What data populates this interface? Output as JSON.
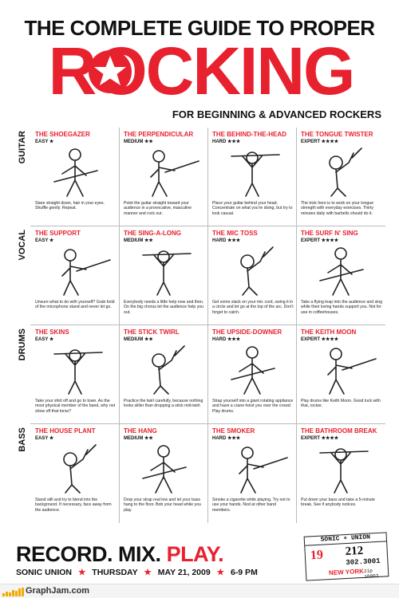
{
  "header": {
    "top_title": "THE COMPLETE GUIDE TO PROPER",
    "big_word": "ROCKING",
    "subtitle": "FOR BEGINNING & ADVANCED ROCKERS"
  },
  "colors": {
    "accent": "#e8212e",
    "ink": "#111111"
  },
  "rows": [
    {
      "label": "GUITAR",
      "cells": [
        {
          "name": "THE SHOEGAZER",
          "level": "EASY ★",
          "desc": "Stare straight down, hair in your eyes. Shuffle gently. Repeat."
        },
        {
          "name": "THE PERPENDICULAR",
          "level": "MEDIUM ★★",
          "desc": "Point the guitar straight toward your audience in a provocative, masculine manner and rock out."
        },
        {
          "name": "THE BEHIND-THE-HEAD",
          "level": "HARD ★★★",
          "desc": "Place your guitar behind your head. Concentrate on what you're doing, but try to look casual."
        },
        {
          "name": "THE TONGUE TWISTER",
          "level": "EXPERT ★★★★",
          "desc": "The trick here is to work on your tongue strength with everyday exercises. Thirty minutes daily with barbells should do it."
        }
      ]
    },
    {
      "label": "VOCAL",
      "cells": [
        {
          "name": "THE SUPPORT",
          "level": "EASY ★",
          "desc": "Unsure what to do with yourself? Grab hold of the microphone stand and never let go."
        },
        {
          "name": "THE SING-A-LONG",
          "level": "MEDIUM ★★",
          "desc": "Everybody needs a little help now and then. On the big chorus let the audience help you out."
        },
        {
          "name": "THE MIC TOSS",
          "level": "HARD ★★★",
          "desc": "Get some slack on your mic cord, swing it in a circle and let go at the top of the arc. Don't forget to catch."
        },
        {
          "name": "THE SURF N' SING",
          "level": "EXPERT ★★★★",
          "desc": "Take a flying leap into the audience and sing while their loving hands support you. Not for use in coffeehouses."
        }
      ]
    },
    {
      "label": "DRUMS",
      "cells": [
        {
          "name": "THE SKINS",
          "level": "EASY ★",
          "desc": "Take your shirt off and go to town. As the most physical member of the band, why not show off that torso?"
        },
        {
          "name": "THE STICK TWIRL",
          "level": "MEDIUM ★★",
          "desc": "Practice the twirl carefully, because nothing looks sillier than dropping a stick mid-twirl."
        },
        {
          "name": "THE UPSIDE-DOWNER",
          "level": "HARD ★★★",
          "desc": "Strap yourself into a giant rotating appliance and have a crane hoist you over the crowd. Play drums."
        },
        {
          "name": "THE KEITH MOON",
          "level": "EXPERT ★★★★",
          "desc": "Play drums like Keith Moon. Good luck with that, rocker."
        }
      ]
    },
    {
      "label": "BASS",
      "cells": [
        {
          "name": "THE HOUSE PLANT",
          "level": "EASY ★",
          "desc": "Stand still and try to blend into the background. If necessary, face away from the audience."
        },
        {
          "name": "THE HANG",
          "level": "MEDIUM ★★",
          "desc": "Drop your strap real low and let your bass hang to the floor. Bob your head while you play."
        },
        {
          "name": "THE SMOKER",
          "level": "HARD ★★★",
          "desc": "Smoke a cigarette while playing. Try not to use your hands. Nod at other band members."
        },
        {
          "name": "THE BATHROOM BREAK",
          "level": "EXPERT ★★★★",
          "desc": "Put down your bass and take a 5-minute break. See if anybody notices."
        }
      ]
    }
  ],
  "footer": {
    "record": "RECORD.",
    "mix": "MIX.",
    "play": "PLAY.",
    "venue": "SONIC UNION",
    "day": "THURSDAY",
    "date": "MAY 21, 2009",
    "time": "6-9 PM",
    "separator": "★"
  },
  "ticket": {
    "head": "SONIC ✶ UNION",
    "number": "19",
    "area_code": "212",
    "phone": "302.3001",
    "city": "NEW YORK",
    "zip": "zip 10003"
  },
  "brand": {
    "name": "GraphJam.com"
  }
}
